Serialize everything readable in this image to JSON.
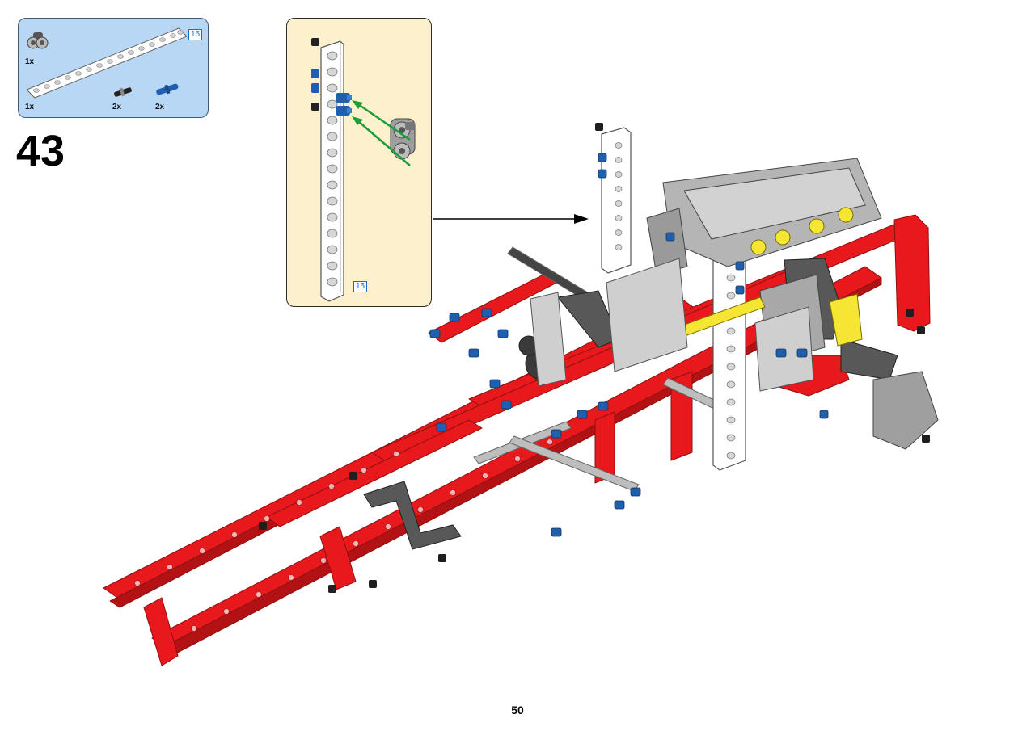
{
  "step": {
    "number": "43"
  },
  "parts_list": {
    "items": [
      {
        "part": "pin-joiner",
        "qty": "1x"
      },
      {
        "part": "beam-15",
        "qty": "1x",
        "length_tag": "15"
      },
      {
        "part": "black-friction-pin",
        "qty": "2x"
      },
      {
        "part": "blue-axle-pin",
        "qty": "2x"
      }
    ]
  },
  "callout": {
    "length_tag": "15"
  },
  "page": {
    "number": "50"
  },
  "colors": {
    "parts_box_bg": "#b7d7f5",
    "callout_bg": "#fdf0cc",
    "frame_red": "#e8191c",
    "pin_blue": "#1e5fae",
    "arrow_green": "#1c9e3a"
  }
}
